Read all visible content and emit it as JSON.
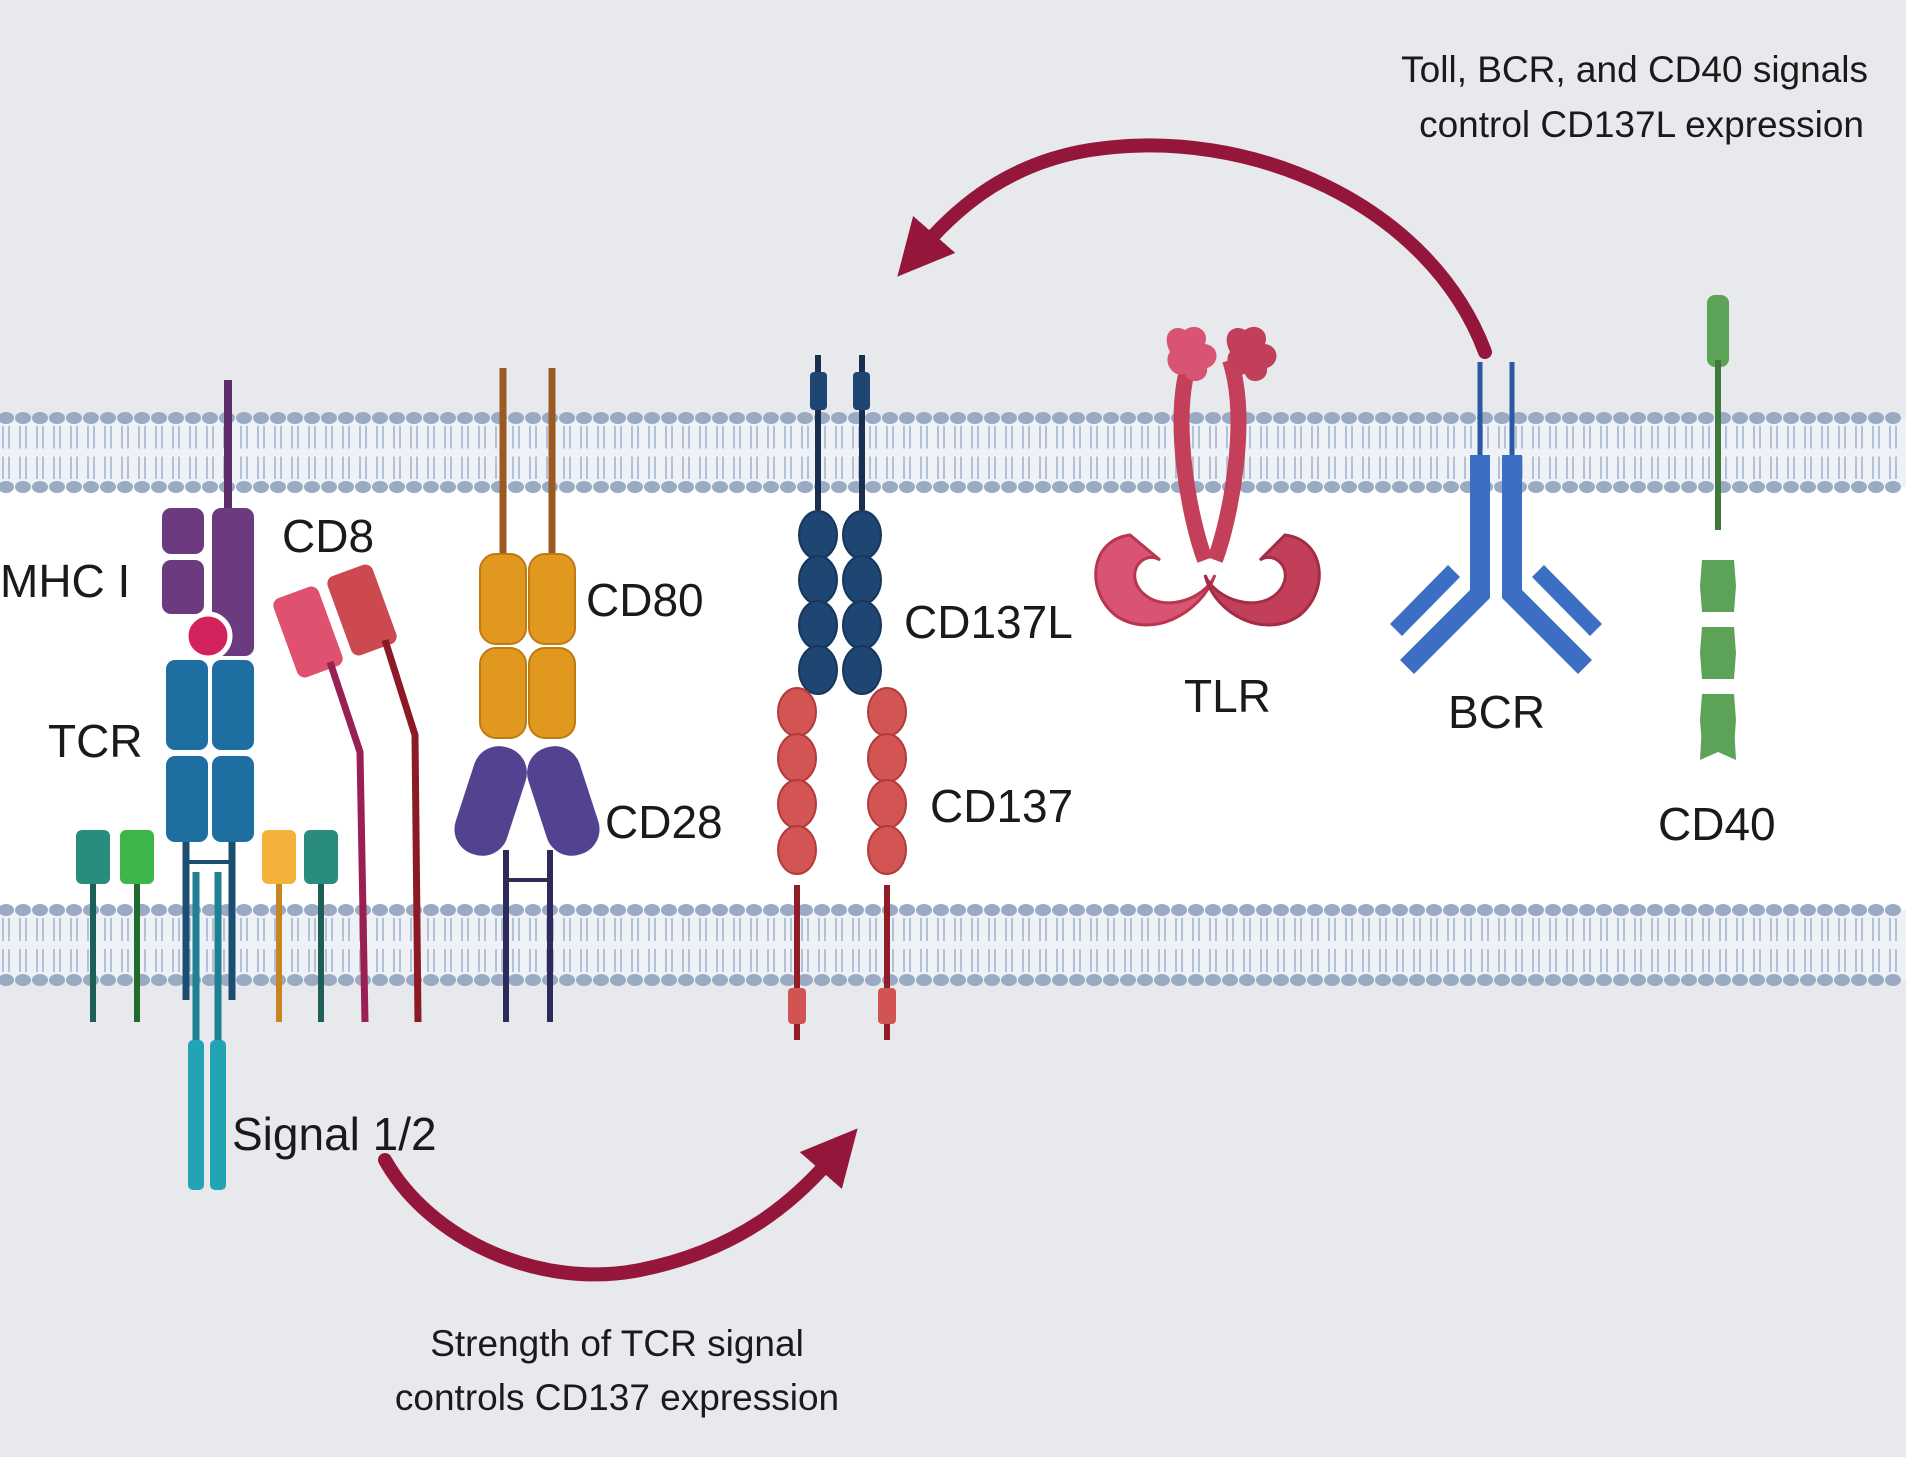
{
  "colors": {
    "background": "#e8e9ed",
    "cytoplasm_gap": "#ffffff",
    "lipid_head": "#9aaac3",
    "lipid_tail": "#b3c0d6",
    "arrow": "#95163b"
  },
  "labels": {
    "mhc": "MHC I",
    "cd8": "CD8",
    "tcr": "TCR",
    "cd80": "CD80",
    "cd28": "CD28",
    "cd137l": "CD137L",
    "cd137": "CD137",
    "tlr": "TLR",
    "bcr": "BCR",
    "cd40": "CD40",
    "signal": "Signal 1/2"
  },
  "annotations": {
    "top_line1": "Toll, BCR, and CD40 signals",
    "top_line2": "control CD137L expression",
    "bottom_line1": "Strength of TCR signal",
    "bottom_line2": "controls CD137 expression"
  }
}
